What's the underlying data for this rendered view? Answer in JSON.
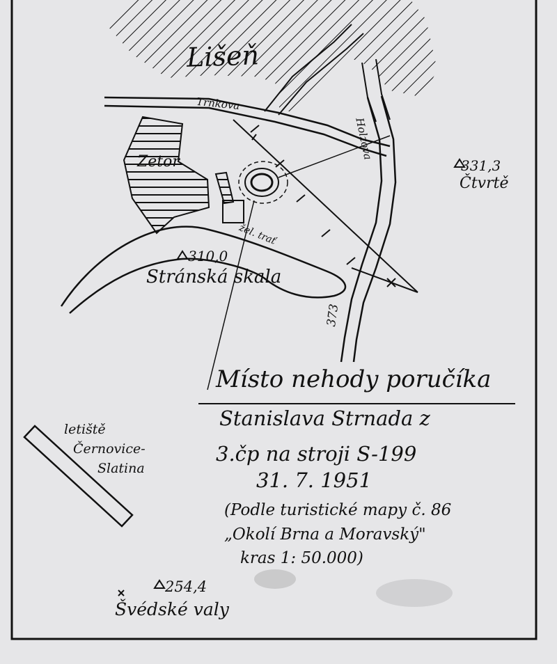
{
  "map": {
    "labels": {
      "lisen": "Lišeň",
      "trnkova": "Trnkova",
      "holzova": "Holzova",
      "zetor": "Zetor",
      "point_3313": "331,3",
      "ctvrte": "Čtvrtě",
      "zel_trat": "žel. trať",
      "point_3100": "310,0",
      "stranska_skala": "Stránská skala",
      "road_373": "373",
      "point_2544": "254,4",
      "svedske_valy": "Švédské valy"
    },
    "airfield": {
      "line1": "letiště",
      "line2": "Černovice-",
      "line3": "Slatina"
    },
    "caption": {
      "title": "Místo nehody poručíka",
      "line1": "Stanislava Strnada z",
      "line2": "3.čp na stroji S-199",
      "line3": "31. 7. 1951",
      "line4": "(Podle turistické mapy č. 86",
      "line5": "„Okolí Brna a Moravský\"",
      "line6": "kras 1: 50.000)"
    },
    "colors": {
      "paper": "#e6e6e8",
      "ink": "#111111"
    },
    "icons": [
      "triangle-survey-point",
      "crash-site-marker",
      "railway-cross",
      "hatched-built-up-area",
      "airfield-runway"
    ]
  }
}
